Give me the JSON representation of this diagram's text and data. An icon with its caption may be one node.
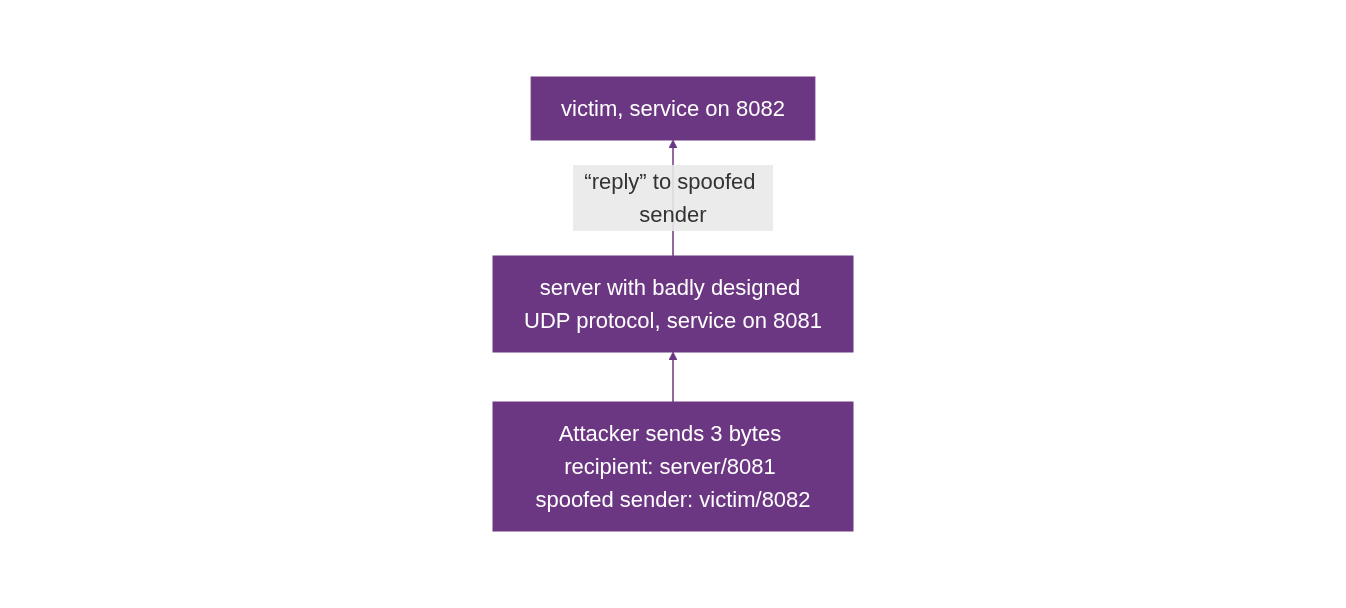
{
  "diagram": {
    "nodes": [
      {
        "text": [
          "victim, service on 8082"
        ]
      },
      {
        "text": [
          "server with badly designed UDP protocol, service on 8081"
        ]
      },
      {
        "text": [
          "Attacker sends 3 bytes recipient: server/8081 spoofed sender: victim/8082"
        ]
      }
    ],
    "edges": [
      {
        "from": 2,
        "to": 1,
        "arrow": "to"
      },
      {
        "from": 1,
        "to": 0,
        "arrow": "to",
        "label": "“reply” to spoofed sender"
      }
    ]
  }
}
